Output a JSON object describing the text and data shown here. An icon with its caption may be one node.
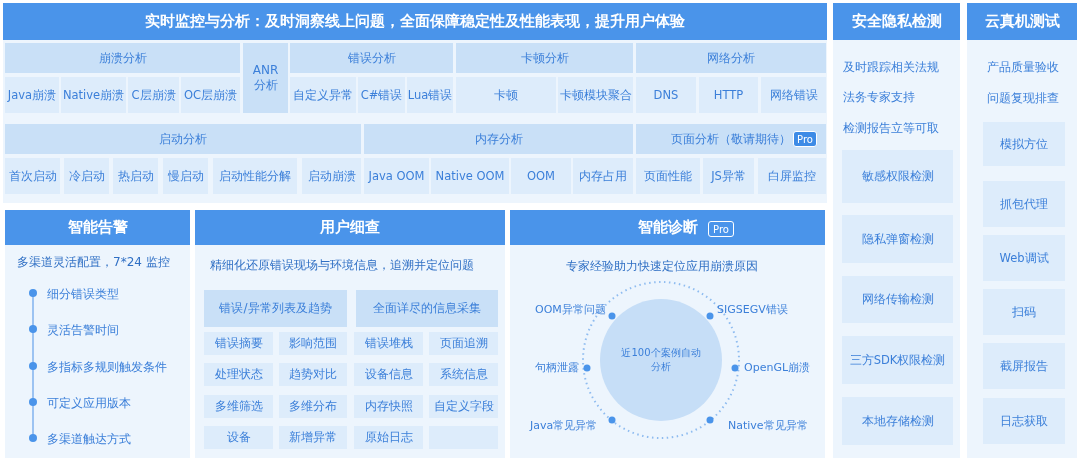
{
  "diagram": {
    "nodes": [
      {
        "text": [
          "实时监控与分析：及时洞察线上问题，全面保障稳定性及性能表现，提升用户体验"
        ]
      },
      {
        "text": [
          "崩溃分析"
        ],
        "in": 0
      },
      {
        "text": [
          "Java崩溃"
        ],
        "in": 0
      },
      {
        "text": [
          "Native崩溃"
        ],
        "in": 0
      },
      {
        "text": [
          "C层崩溃"
        ],
        "in": 0
      },
      {
        "text": [
          "OC层崩溃"
        ],
        "in": 0
      },
      {
        "text": [
          "ANR 分析"
        ],
        "in": 0
      },
      {
        "text": [
          "错误分析"
        ],
        "in": 0
      },
      {
        "text": [
          "自定义异常"
        ],
        "in": 0
      },
      {
        "text": [
          "C#错误"
        ],
        "in": 0
      },
      {
        "text": [
          "Lua错误"
        ],
        "in": 0
      },
      {
        "text": [
          "卡顿分析"
        ],
        "in": 0
      },
      {
        "text": [
          "卡顿"
        ],
        "in": 0
      },
      {
        "text": [
          "卡顿模块聚合"
        ],
        "in": 0
      },
      {
        "text": [
          "网络分析"
        ],
        "in": 0
      },
      {
        "text": [
          "DNS"
        ],
        "in": 0
      },
      {
        "text": [
          "HTTP"
        ],
        "in": 0
      },
      {
        "text": [
          "网络错误"
        ],
        "in": 0
      },
      {
        "text": [
          "启动分析"
        ],
        "in": 0
      },
      {
        "text": [
          "首次启动"
        ],
        "in": 0
      },
      {
        "text": [
          "冷启动"
        ],
        "in": 0
      },
      {
        "text": [
          "热启动"
        ],
        "in": 0
      },
      {
        "text": [
          "慢启动"
        ],
        "in": 0
      },
      {
        "text": [
          "启动性能分解"
        ],
        "in": 0
      },
      {
        "text": [
          "启动崩溃"
        ],
        "in": 0
      },
      {
        "text": [
          "内存分析"
        ],
        "in": 0
      },
      {
        "text": [
          "Java OOM"
        ],
        "in": 0
      },
      {
        "text": [
          "Native OOM"
        ],
        "in": 0
      },
      {
        "text": [
          "OOM"
        ],
        "in": 0
      },
      {
        "text": [
          "内存占用"
        ],
        "in": 0
      },
      {
        "text": [
          "页面分析（敬请期待）"
        ],
        "in": 0
      },
      {
        "text": [
          "Pro"
        ],
        "in": 30
      },
      {
        "text": [
          "页面性能"
        ],
        "in": 0
      },
      {
        "text": [
          "JS异常"
        ],
        "in": 0
      },
      {
        "text": [
          "白屏监控"
        ],
        "in": 0
      },
      {
        "text": [
          "智能告警"
        ]
      },
      {
        "text": [
          "用户细查"
        ]
      },
      {
        "text": [
          "智能诊断"
        ]
      },
      {
        "text": [
          "Pro"
        ],
        "in": 37
      },
      {
        "text": [
          "错误/异常列表及趋势"
        ],
        "in": 36
      },
      {
        "text": [
          "全面详尽的信息采集"
        ],
        "in": 36
      },
      {
        "text": [
          "错误摘要"
        ],
        "in": 36
      },
      {
        "text": [
          "影响范围"
        ],
        "in": 36
      },
      {
        "text": [
          "错误堆栈"
        ],
        "in": 36
      },
      {
        "text": [
          "页面追溯"
        ],
        "in": 36
      },
      {
        "text": [
          "处理状态"
        ],
        "in": 36
      },
      {
        "text": [
          "趋势对比"
        ],
        "in": 36
      },
      {
        "text": [
          "设备信息"
        ],
        "in": 36
      },
      {
        "text": [
          "系统信息"
        ],
        "in": 36
      },
      {
        "text": [
          "多维筛选"
        ],
        "in": 36
      },
      {
        "text": [
          "多维分布"
        ],
        "in": 36
      },
      {
        "text": [
          "内存快照"
        ],
        "in": 36
      },
      {
        "text": [
          "自定义字段"
        ],
        "in": 36
      },
      {
        "text": [
          "设备"
        ],
        "in": 36
      },
      {
        "text": [
          "新增异常"
        ],
        "in": 36
      },
      {
        "text": [
          "原始日志"
        ],
        "in": 36
      },
      {
        "text": [],
        "shape": "box",
        "in": 36
      },
      {
        "text": [
          "近100个案例自动分析"
        ],
        "in": 37
      },
      {
        "text": [
          "安全隐私检测"
        ]
      },
      {
        "text": [
          "敏感权限检测"
        ],
        "in": 58
      },
      {
        "text": [
          "隐私弹窗检测"
        ],
        "in": 58
      },
      {
        "text": [
          "网络传输检测"
        ],
        "in": 58
      },
      {
        "text": [
          "三方SDK权限检测"
        ],
        "in": 58
      },
      {
        "text": [
          "本地存储检测"
        ],
        "in": 58
      },
      {
        "text": [
          "云真机测试"
        ]
      },
      {
        "text": [
          "模拟方位"
        ],
        "in": 64
      },
      {
        "text": [
          "抓包代理"
        ],
        "in": 64
      },
      {
        "text": [
          "Web调试"
        ],
        "in": 64
      },
      {
        "text": [
          "扫码"
        ],
        "in": 64
      },
      {
        "text": [
          "截屏报告"
        ],
        "in": 64
      },
      {
        "text": [
          "日志获取"
        ],
        "in": 64
      }
    ],
    "edges": [],
    "labels": [
      "多渠道灵活配置，7*24 监控",
      "细分错误类型",
      "灵活告警时间",
      "多指标多规则触发条件",
      "可定义应用版本",
      "多渠道触达方式",
      "精细化还原错误现场与环境信息，追溯并定位问题",
      "专家经验助力快速定位应用崩溃原因",
      "OOM异常问题",
      "SIGSEGV错误",
      "句柄泄露",
      "OpenGL崩溃",
      "Java常见异常",
      "Native常见异常",
      "及时跟踪相关法规",
      "法务专家支持",
      "检测报告立等可取",
      "产品质量验收",
      "问题复现排查"
    ]
  }
}
